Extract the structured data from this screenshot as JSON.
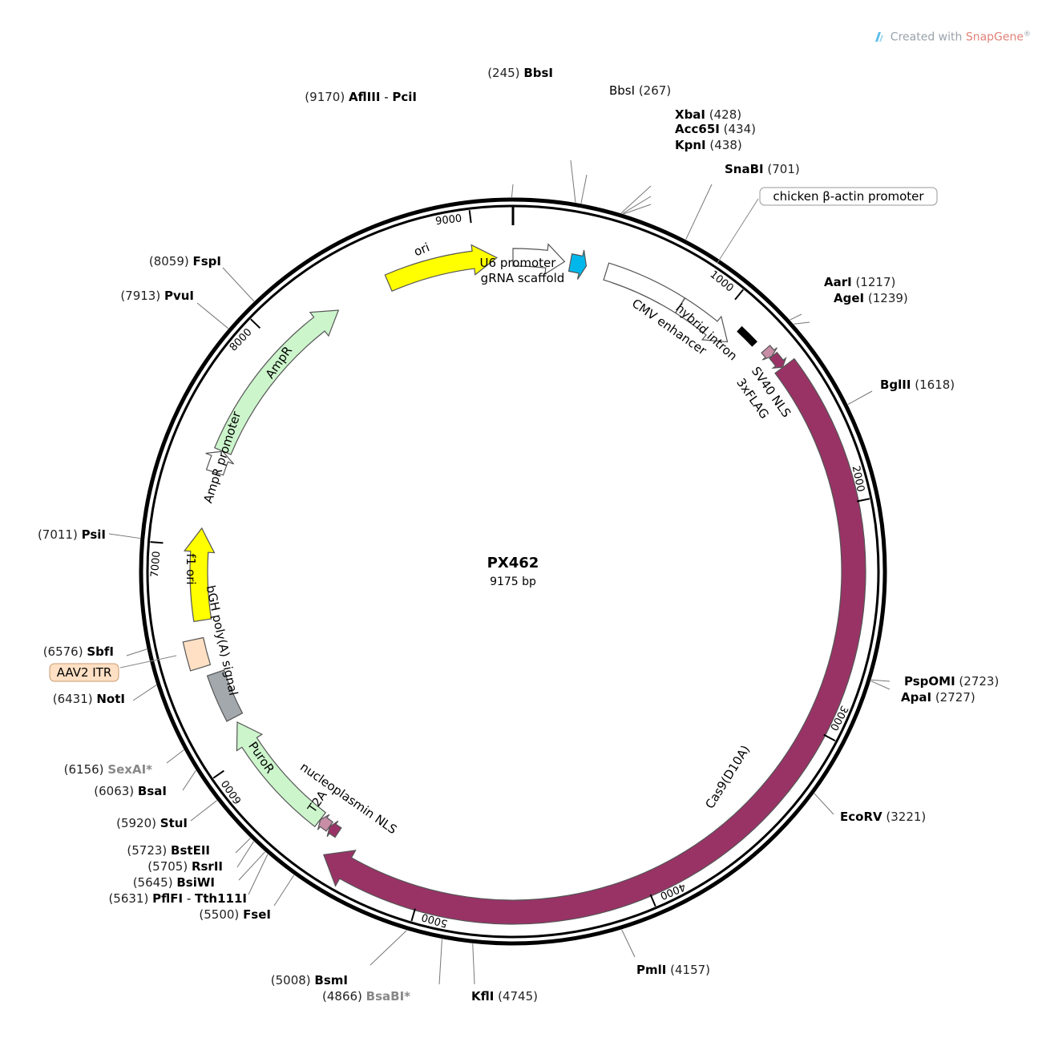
{
  "credit": {
    "prefix": "Created with ",
    "brand": "SnapGene",
    "mark": "®"
  },
  "plasmid": {
    "name": "PX462",
    "length_label": "9175 bp",
    "length": 9175
  },
  "ticks": [
    {
      "pos": 1000,
      "label": "1000"
    },
    {
      "pos": 2000,
      "label": "2000"
    },
    {
      "pos": 3000,
      "label": "3000"
    },
    {
      "pos": 4000,
      "label": "4000"
    },
    {
      "pos": 5000,
      "label": "5000"
    },
    {
      "pos": 6000,
      "label": "6000"
    },
    {
      "pos": 7000,
      "label": "7000"
    },
    {
      "pos": 8000,
      "label": "8000"
    },
    {
      "pos": 9000,
      "label": "9000"
    }
  ],
  "features": [
    {
      "id": "ori",
      "label": "ori",
      "start": 8580,
      "end": 9100,
      "color": "#ffff00",
      "dir": 1
    },
    {
      "id": "u6",
      "label": "U6 promoter",
      "start": 0,
      "end": 241,
      "color": "#ffffff",
      "dir": 1
    },
    {
      "id": "grna",
      "label": "gRNA scaffold",
      "start": 268,
      "end": 344,
      "color": "#00b7eb",
      "dir": 1
    },
    {
      "id": "cmv",
      "label": "CMV enhancer",
      "start": 440,
      "end": 819,
      "color": "#ffffff",
      "dir": 0
    },
    {
      "id": "cba",
      "label": "chicken β-actin promoter",
      "start": 820,
      "end": 1097,
      "color": "#ffffff",
      "dir": 1
    },
    {
      "id": "intron",
      "label": "hybrid intron",
      "start": 1098,
      "end": 1190,
      "color": "#000000",
      "dir": 0
    },
    {
      "id": "sv40",
      "label": "SV40 NLS",
      "start": 1240,
      "end": 1281,
      "color": "#c78ea6",
      "dir": 1
    },
    {
      "id": "flag",
      "label": "3xFLAG",
      "start": 1282,
      "end": 1347,
      "color": "#993366",
      "dir": 1
    },
    {
      "id": "cas9",
      "label": "Cas9(D10A)",
      "start": 1348,
      "end": 5448,
      "color": "#993366",
      "dir": 1
    },
    {
      "id": "npnls",
      "label": "nucleoplasmin NLS",
      "start": 5449,
      "end": 5497,
      "color": "#993366",
      "dir": 1
    },
    {
      "id": "t2a",
      "label": "T2A",
      "start": 5498,
      "end": 5551,
      "color": "#c78ea6",
      "dir": 1
    },
    {
      "id": "puro",
      "label": "PuroR",
      "start": 5552,
      "end": 6151,
      "color": "#ccf5cc",
      "dir": 1
    },
    {
      "id": "bgh",
      "label": "bGH poly(A) signal",
      "start": 6177,
      "end": 6401,
      "color": "#a3a8ad",
      "dir": 0
    },
    {
      "id": "aav",
      "label": "AAV2 ITR",
      "start": 6445,
      "end": 6574,
      "color": "#ffe0c4",
      "dir": 0
    },
    {
      "id": "f1",
      "label": "f1 ori",
      "start": 6654,
      "end": 7083,
      "color": "#ffff00",
      "dir": 1
    },
    {
      "id": "amppro",
      "label": "AmpR promoter",
      "start": 7350,
      "end": 7454,
      "color": "#ffffff",
      "dir": 1
    },
    {
      "id": "ampr",
      "label": "AmpR",
      "start": 7455,
      "end": 8315,
      "color": "#ccf5cc",
      "dir": 1
    }
  ],
  "sites": [
    {
      "name": "AflIII",
      "name2": "PciI",
      "pos": 9170,
      "pos_label": "(9170)",
      "bold": true,
      "side": "left"
    },
    {
      "name": "BbsI",
      "pos": 245,
      "pos_label": "(245)",
      "bold": false,
      "side": "left"
    },
    {
      "name": "BbsI",
      "pos": 267,
      "pos_label": "(267)",
      "bold": false,
      "side": "right"
    },
    {
      "name": "XbaI",
      "pos": 428,
      "pos_label": "(428)",
      "bold": true,
      "side": "right"
    },
    {
      "name": "Acc65I",
      "pos": 434,
      "pos_label": "(434)",
      "bold": true,
      "side": "right"
    },
    {
      "name": "KpnI",
      "pos": 438,
      "pos_label": "(438)",
      "bold": true,
      "side": "right"
    },
    {
      "name": "SnaBI",
      "pos": 701,
      "pos_label": "(701)",
      "bold": true,
      "side": "right"
    },
    {
      "name": "AarI",
      "pos": 1217,
      "pos_label": "(1217)",
      "bold": true,
      "side": "right"
    },
    {
      "name": "AgeI",
      "pos": 1239,
      "pos_label": "(1239)",
      "bold": true,
      "side": "right"
    },
    {
      "name": "BglII",
      "pos": 1618,
      "pos_label": "(1618)",
      "bold": true,
      "side": "right"
    },
    {
      "name": "PspOMI",
      "pos": 2723,
      "pos_label": "(2723)",
      "bold": true,
      "side": "right"
    },
    {
      "name": "ApaI",
      "pos": 2727,
      "pos_label": "(2727)",
      "bold": true,
      "side": "right"
    },
    {
      "name": "EcoRV",
      "pos": 3221,
      "pos_label": "(3221)",
      "bold": true,
      "side": "right"
    },
    {
      "name": "PmlI",
      "pos": 4157,
      "pos_label": "(4157)",
      "bold": true,
      "side": "right"
    },
    {
      "name": "KflI",
      "pos": 4745,
      "pos_label": "(4745)",
      "bold": true,
      "side": "right"
    },
    {
      "name": "BsaBI*",
      "pos": 4866,
      "pos_label": "(4866)",
      "bold": true,
      "grey": true,
      "side": "left"
    },
    {
      "name": "BsmI",
      "pos": 5008,
      "pos_label": "(5008)",
      "bold": true,
      "side": "left"
    },
    {
      "name": "FseI",
      "pos": 5500,
      "pos_label": "(5500)",
      "bold": true,
      "side": "left"
    },
    {
      "name": "PflFI",
      "name2": "Tth111I",
      "pos": 5631,
      "pos_label": "(5631)",
      "bold": true,
      "side": "left"
    },
    {
      "name": "BsiWI",
      "pos": 5645,
      "pos_label": "(5645)",
      "bold": true,
      "side": "left"
    },
    {
      "name": "RsrII",
      "pos": 5705,
      "pos_label": "(5705)",
      "bold": true,
      "side": "left"
    },
    {
      "name": "BstEII",
      "pos": 5723,
      "pos_label": "(5723)",
      "bold": true,
      "side": "left"
    },
    {
      "name": "StuI",
      "pos": 5920,
      "pos_label": "(5920)",
      "bold": true,
      "side": "left"
    },
    {
      "name": "BsaI",
      "pos": 6063,
      "pos_label": "(6063)",
      "bold": true,
      "side": "left"
    },
    {
      "name": "SexAI*",
      "pos": 6156,
      "pos_label": "(6156)",
      "bold": true,
      "grey": true,
      "side": "left"
    },
    {
      "name": "NotI",
      "pos": 6431,
      "pos_label": "(6431)",
      "bold": true,
      "side": "left"
    },
    {
      "name": "SbfI",
      "pos": 6576,
      "pos_label": "(6576)",
      "bold": true,
      "side": "left"
    },
    {
      "name": "PsiI",
      "pos": 7011,
      "pos_label": "(7011)",
      "bold": true,
      "side": "left"
    },
    {
      "name": "PvuI",
      "pos": 7913,
      "pos_label": "(7913)",
      "bold": true,
      "side": "left"
    },
    {
      "name": "FspI",
      "pos": 8059,
      "pos_label": "(8059)",
      "bold": true,
      "side": "left"
    }
  ],
  "callouts": [
    {
      "feature": "cba",
      "label": "chicken β-actin promoter"
    },
    {
      "feature": "aav",
      "label": "AAV2 ITR"
    }
  ]
}
